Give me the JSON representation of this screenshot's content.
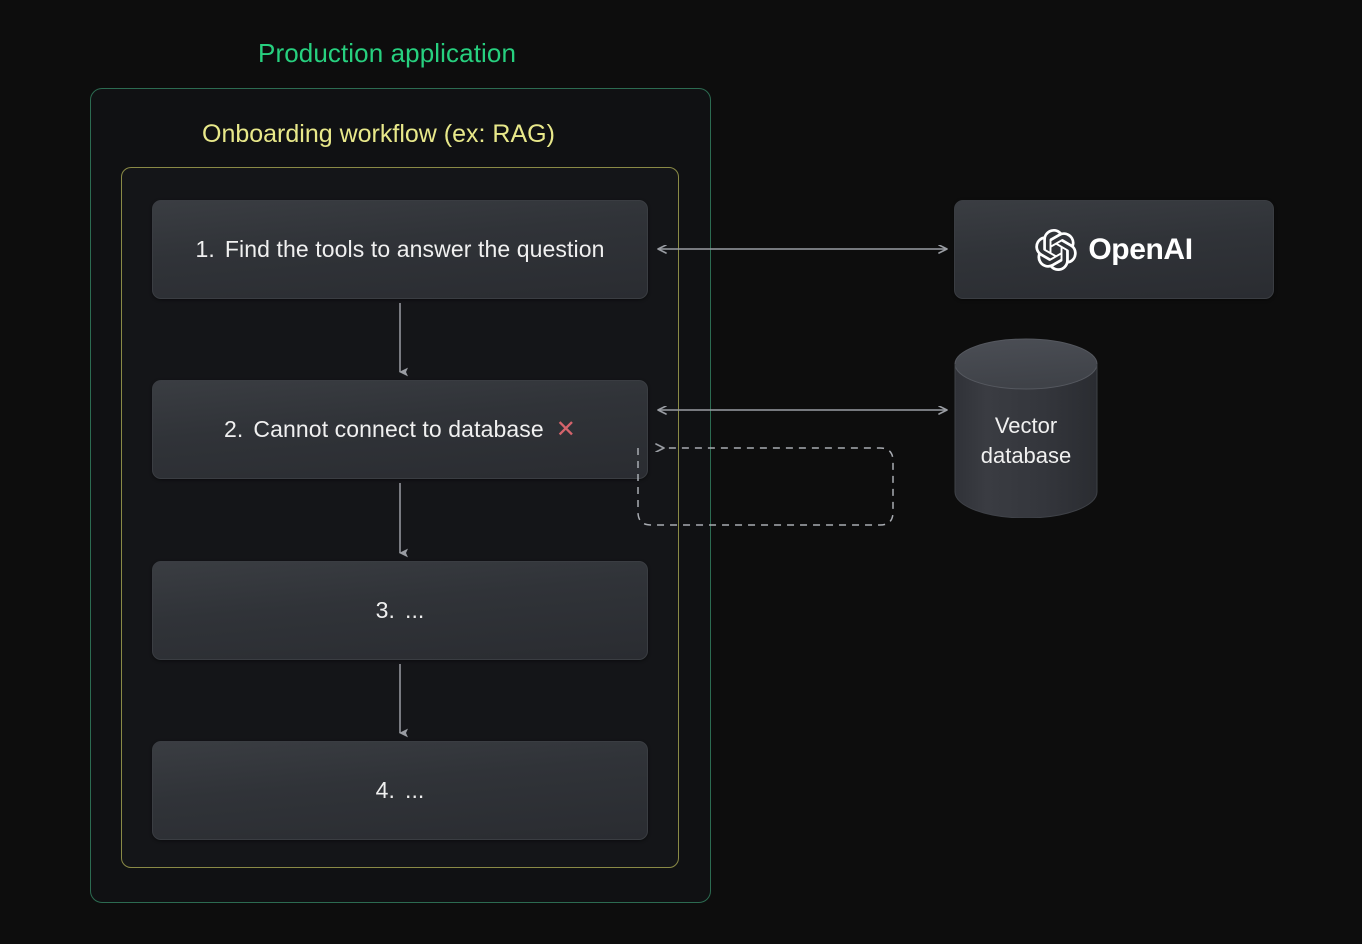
{
  "background_color": "#0d0d0d",
  "containers": {
    "outer": {
      "label": "Production application",
      "label_color": "#27d07f",
      "border_color": "#2c6b51"
    },
    "inner": {
      "label": "Onboarding workflow (ex: RAG)",
      "label_color": "#e8e88a",
      "border_color": "#8a8a46"
    }
  },
  "steps": [
    {
      "number": "1.",
      "text": "Find the tools to answer the question",
      "status": ""
    },
    {
      "number": "2.",
      "text": "Cannot connect to database",
      "status": "error",
      "status_glyph": "✕",
      "status_color": "#d4636b"
    },
    {
      "number": "3.",
      "text": "...",
      "status": ""
    },
    {
      "number": "4.",
      "text": "...",
      "status": ""
    }
  ],
  "external_nodes": {
    "openai": {
      "label": "OpenAI",
      "icon": "openai-blossom-logo"
    },
    "vector_db": {
      "label_line_1": "Vector",
      "label_line_2": "database",
      "shape": "cylinder"
    }
  },
  "connectors": [
    {
      "name": "step1-to-openai",
      "style": "solid",
      "arrowheads": "both",
      "from": "step-1",
      "to": "openai"
    },
    {
      "name": "step2-to-vector-database",
      "style": "solid",
      "arrowheads": "both",
      "from": "step-2",
      "to": "vector_db"
    },
    {
      "name": "retry-loop-to-step2",
      "style": "dashed",
      "arrowheads": "left",
      "from": "loop",
      "to": "step-2"
    },
    {
      "name": "step1-to-step2",
      "style": "solid",
      "arrowheads": "down",
      "from": "step-1",
      "to": "step-2"
    },
    {
      "name": "step2-to-step3",
      "style": "solid",
      "arrowheads": "down",
      "from": "step-2",
      "to": "step-3"
    },
    {
      "name": "step3-to-step4",
      "style": "solid",
      "arrowheads": "down",
      "from": "step-3",
      "to": "step-4"
    }
  ],
  "colors": {
    "connector": "#9a9da3",
    "box_border": "#3a3d42",
    "text": "#f0f0f0"
  }
}
